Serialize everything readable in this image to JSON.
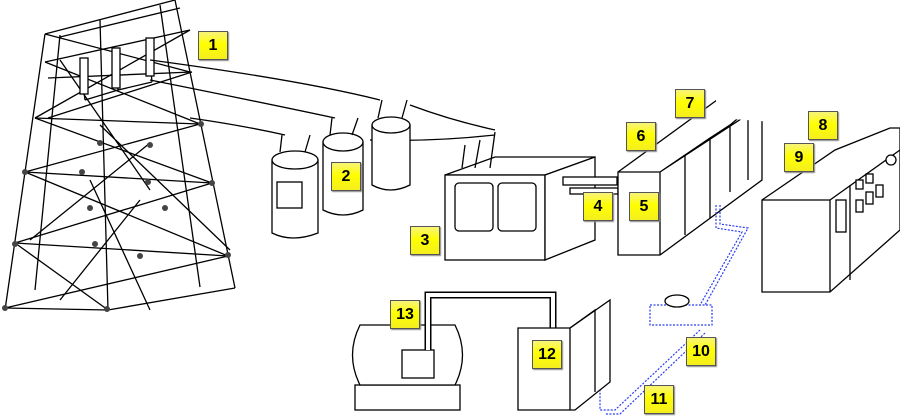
{
  "callouts": {
    "c1": "1",
    "c2": "2",
    "c3": "3",
    "c4": "4",
    "c5": "5",
    "c6": "6",
    "c7": "7",
    "c8": "8",
    "c9": "9",
    "c10": "10",
    "c11": "11",
    "c12": "12",
    "c13": "13"
  },
  "colors": {
    "callout": "#ffff00",
    "underground": "#2a3df0"
  }
}
